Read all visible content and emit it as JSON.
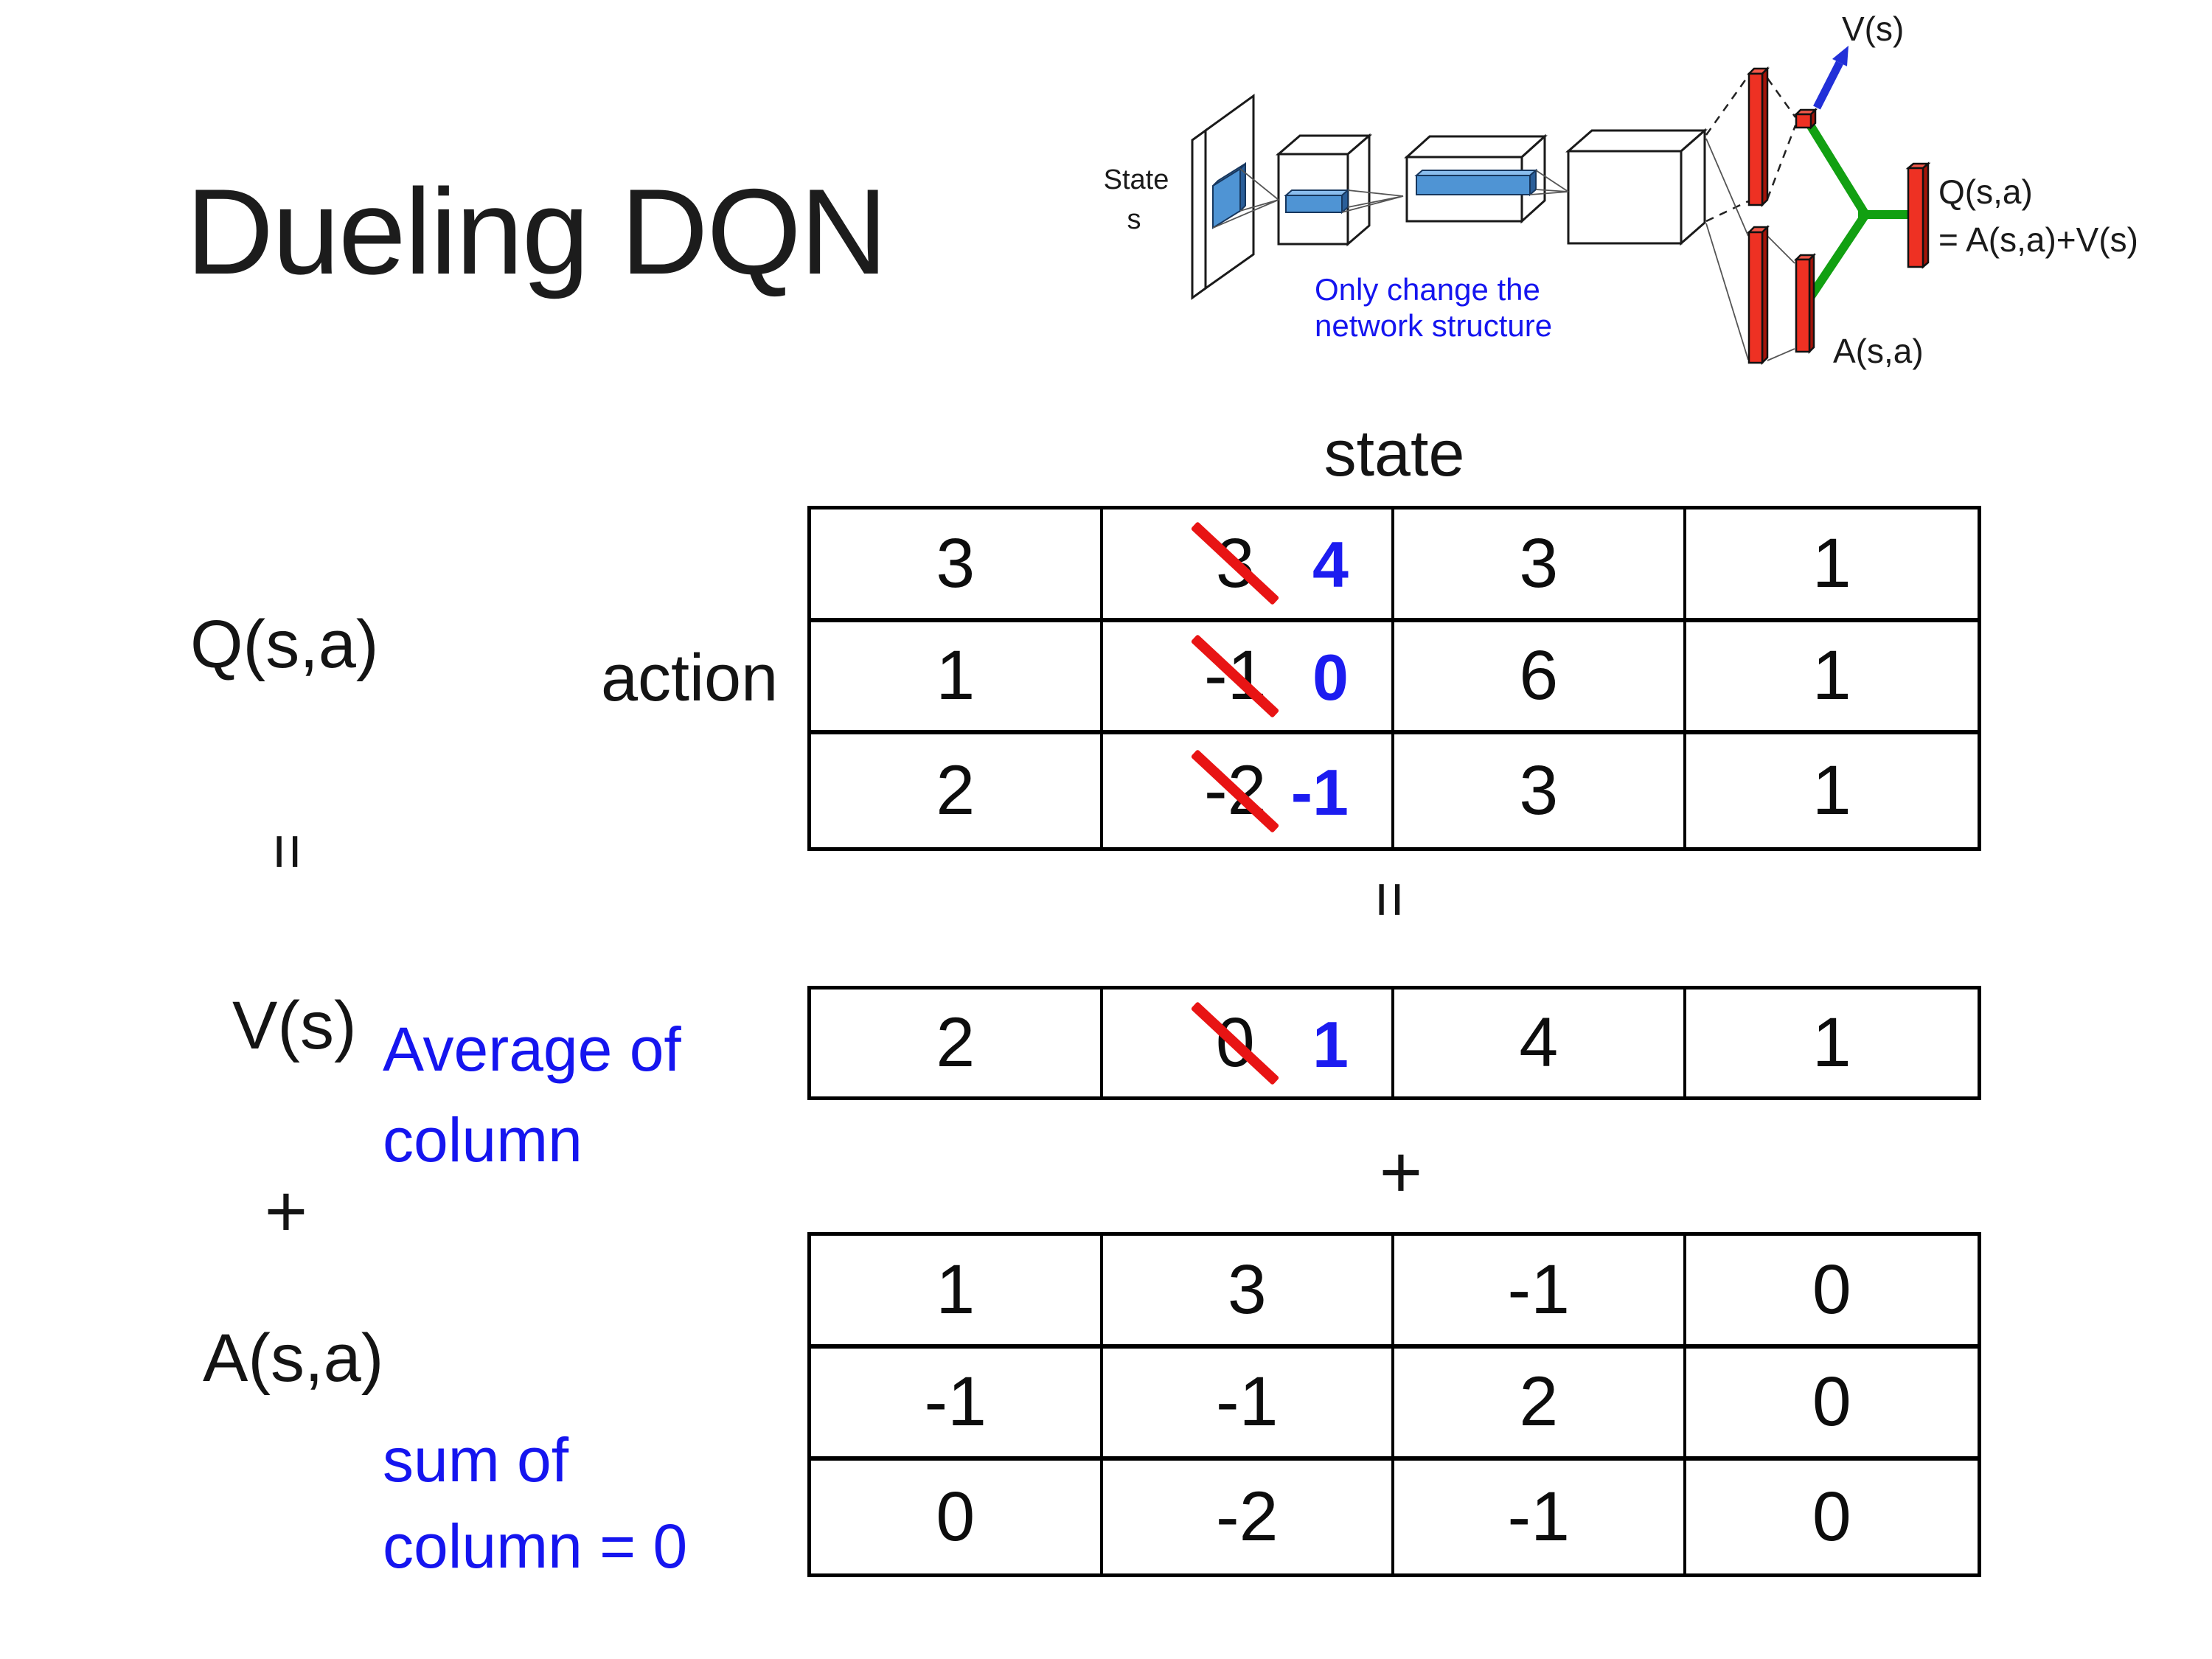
{
  "title": "Dueling DQN",
  "colors": {
    "accent_blue": "#1515ef",
    "number_blue": "#1c1cf0",
    "cross_red": "#e81414",
    "bar_red": "#ee3123",
    "conv_blue": "#4f94d4",
    "link_green": "#12a012",
    "arrow_blue": "#2230d8"
  },
  "diagram": {
    "state_line1": "State",
    "state_line2": "s",
    "v_out_label": "V(s)",
    "q_out_line1": "Q(s,a)",
    "q_out_line2": "= A(s,a)+V(s)",
    "a_out_label": "A(s,a)",
    "note_line1": "Only change the",
    "note_line2": "network structure"
  },
  "decomp": {
    "q_label": "Q(s,a)",
    "equals_left": "=",
    "v_label": "V(s)",
    "v_note_line1": "Average of",
    "v_note_line2": "column",
    "plus_left": "+",
    "a_label": "A(s,a)",
    "a_note_line1": "sum of",
    "a_note_line2": "column = 0",
    "state_header": "state",
    "action_label": "action",
    "equals_middle": "=",
    "plus_middle": "+"
  },
  "q_table": {
    "rows": [
      {
        "cells": [
          {
            "text": "3"
          },
          {
            "old": "3",
            "new": "4"
          },
          {
            "text": "3"
          },
          {
            "text": "1"
          }
        ]
      },
      {
        "cells": [
          {
            "text": "1"
          },
          {
            "old": "-1",
            "new": "0"
          },
          {
            "text": "6"
          },
          {
            "text": "1"
          }
        ]
      },
      {
        "cells": [
          {
            "text": "2"
          },
          {
            "old": "-2",
            "new": "-1"
          },
          {
            "text": "3"
          },
          {
            "text": "1"
          }
        ]
      }
    ]
  },
  "v_table": {
    "rows": [
      {
        "cells": [
          {
            "text": "2"
          },
          {
            "old": "0",
            "new": "1"
          },
          {
            "text": "4"
          },
          {
            "text": "1"
          }
        ]
      }
    ]
  },
  "a_table": {
    "rows": [
      {
        "cells": [
          {
            "text": "1"
          },
          {
            "text": "3"
          },
          {
            "text": "-1"
          },
          {
            "text": "0"
          }
        ]
      },
      {
        "cells": [
          {
            "text": "-1"
          },
          {
            "text": "-1"
          },
          {
            "text": "2"
          },
          {
            "text": "0"
          }
        ]
      },
      {
        "cells": [
          {
            "text": "0"
          },
          {
            "text": "-2"
          },
          {
            "text": "-1"
          },
          {
            "text": "0"
          }
        ]
      }
    ]
  }
}
